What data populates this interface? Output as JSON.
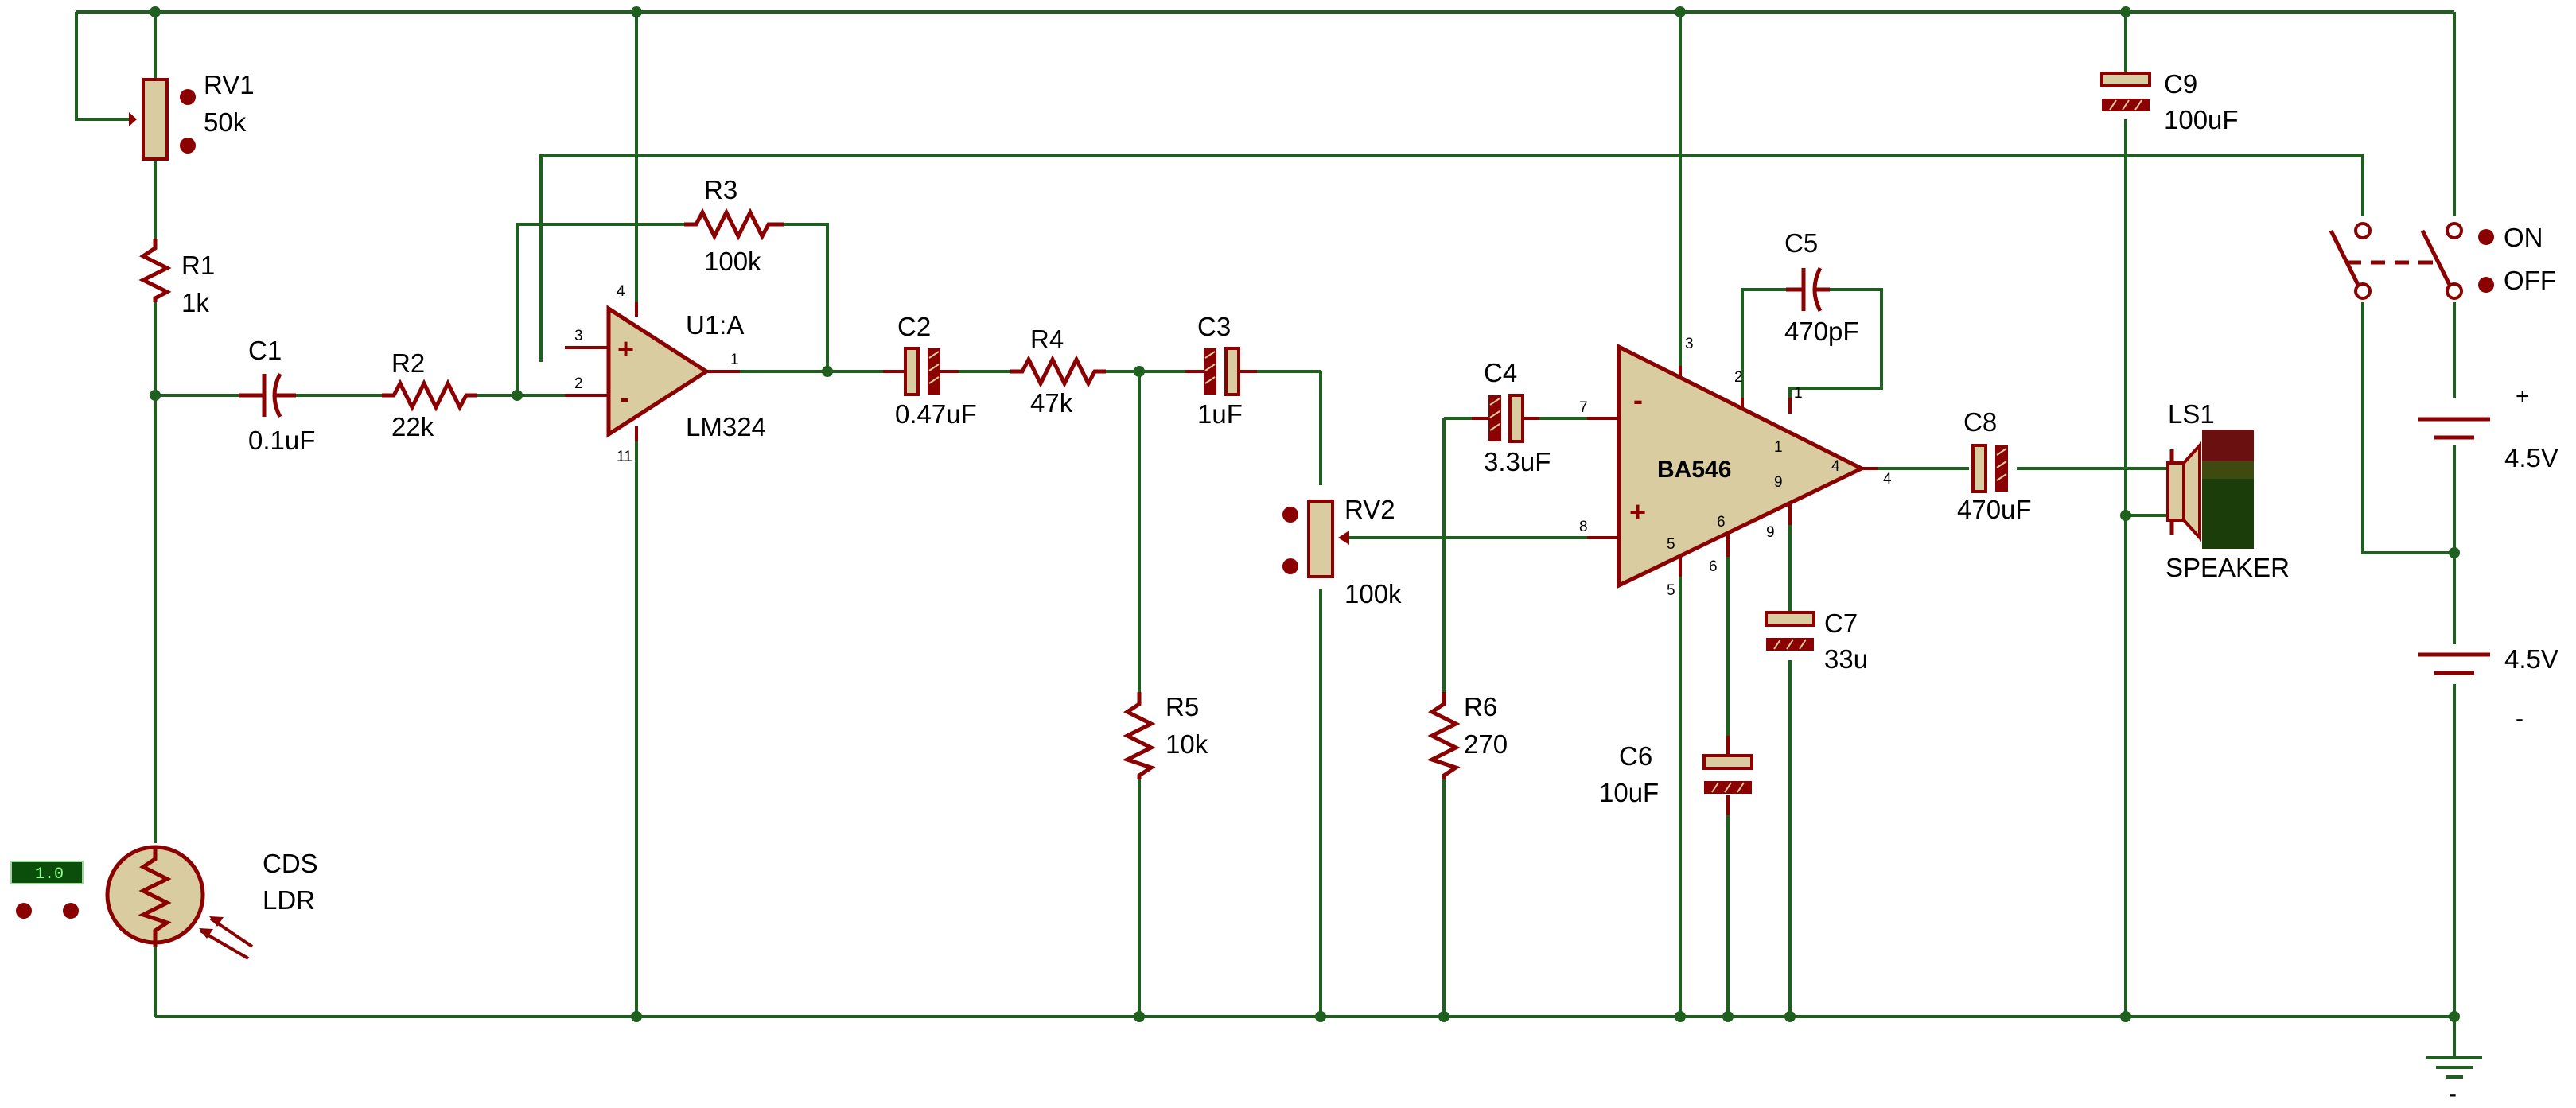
{
  "colors": {
    "wire": "#1f5f1f",
    "component": "#8b0000",
    "body": "#d9cca0",
    "junction": "#1f5f1f",
    "speaker_dark": "#1a3d0a",
    "speaker_mid": "#3f4a10",
    "speaker_red": "#6b1010"
  },
  "components": {
    "rv1": {
      "ref": "RV1",
      "value": "50k"
    },
    "r1": {
      "ref": "R1",
      "value": "1k"
    },
    "c1": {
      "ref": "C1",
      "value": "0.1uF"
    },
    "r2": {
      "ref": "R2",
      "value": "22k"
    },
    "r3": {
      "ref": "R3",
      "value": "100k"
    },
    "u1": {
      "ref": "U1:A",
      "value": "LM324",
      "pins": {
        "p3": "3",
        "p2": "2",
        "p4": "4",
        "p11": "11",
        "p1": "1"
      }
    },
    "c2": {
      "ref": "C2",
      "value": "0.47uF"
    },
    "r4": {
      "ref": "R4",
      "value": "47k"
    },
    "c3": {
      "ref": "C3",
      "value": "1uF"
    },
    "r5": {
      "ref": "R5",
      "value": "10k"
    },
    "rv2": {
      "ref": "RV2",
      "value": "100k"
    },
    "c4": {
      "ref": "C4",
      "value": "3.3uF"
    },
    "r6": {
      "ref": "R6",
      "value": "270"
    },
    "ba546": {
      "name": "BA546",
      "pins": {
        "p7": "7",
        "p8": "8",
        "p3": "3",
        "p2": "2",
        "p1a": "1",
        "p1b": "1",
        "p9a": "9",
        "p9b": "9",
        "p5a": "5",
        "p5b": "5",
        "p6a": "6",
        "p6b": "6",
        "p4a": "4",
        "p4b": "4"
      }
    },
    "c5": {
      "ref": "C5",
      "value": "470pF"
    },
    "c6": {
      "ref": "C6",
      "value": "10uF"
    },
    "c7": {
      "ref": "C7",
      "value": "33u"
    },
    "c8": {
      "ref": "C8",
      "value": "470uF"
    },
    "c9": {
      "ref": "C9",
      "value": "100uF"
    },
    "ls1": {
      "ref": "LS1",
      "value": "SPEAKER"
    },
    "ldr": {
      "ref": "CDS",
      "value": "LDR",
      "display": "1.0"
    },
    "switch": {
      "on": "ON",
      "off": "OFF"
    },
    "bat_top": {
      "value": "4.5V",
      "plus": "+"
    },
    "bat_bottom": {
      "value": "4.5V",
      "minus": "-"
    },
    "ground": {
      "sign": "-"
    }
  },
  "icons": [
    "potentiometer-icon",
    "resistor-icon",
    "capacitor-icon",
    "polarized-capacitor-icon",
    "opamp-icon",
    "amplifier-icon",
    "speaker-icon",
    "ldr-icon",
    "switch-icon",
    "battery-icon",
    "ground-icon"
  ]
}
